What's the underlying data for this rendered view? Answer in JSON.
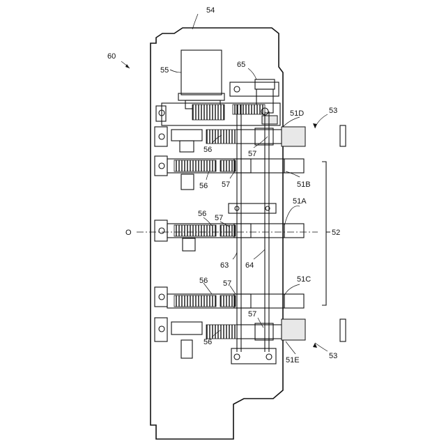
{
  "labels": {
    "n60": "60",
    "n54": "54",
    "n55": "55",
    "n65": "65",
    "n53_top": "53",
    "n51D": "51D",
    "n56_a": "56",
    "n57_a": "57",
    "n56_b": "56",
    "n57_b": "57",
    "n51B": "51B",
    "n51A": "51A",
    "n56_c": "56",
    "n57_c": "57",
    "n0": "O",
    "n52": "52",
    "n63": "63",
    "n64": "64",
    "n56_d": "56",
    "n57_d": "57",
    "n51C": "51C",
    "n57_e": "57",
    "n56_e": "56",
    "n51E": "51E",
    "n53_bottom": "53"
  }
}
